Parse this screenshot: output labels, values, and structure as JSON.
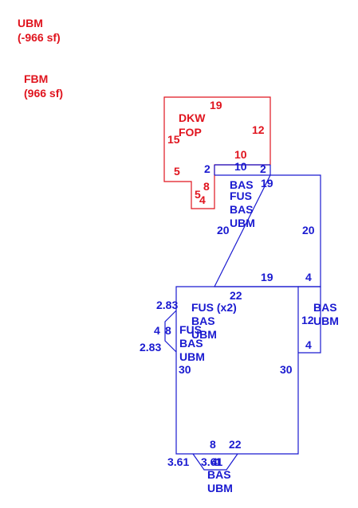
{
  "colors": {
    "red": "#e0141e",
    "blue": "#1a1ad0"
  },
  "legend": {
    "ubm_code": "UBM",
    "ubm_area": "(-966 sf)",
    "fbm_code": "FBM",
    "fbm_area": "(966 sf)"
  },
  "deck": {
    "codes": [
      "DKW",
      "FOP"
    ],
    "dims": {
      "top": "19",
      "right": "12",
      "left": "15",
      "step_top": "10",
      "lower_left": "5",
      "step_v": "8",
      "bottom_a": "5",
      "bottom_b": "4"
    }
  },
  "upper_block": {
    "codes": [
      "BAS",
      "FUS",
      "BAS",
      "UBM"
    ],
    "dims": {
      "notch_w": "2",
      "top": "10",
      "top_right": "2",
      "inner": "19",
      "left": "20",
      "right": "20",
      "bottom": "19",
      "bottom_right": "4"
    }
  },
  "side_block": {
    "codes": [
      "BAS",
      "UBM"
    ],
    "dims": {
      "height": "12",
      "bottom": "4"
    }
  },
  "main_block": {
    "codes": [
      "FUS (x2)",
      "BAS",
      "UBM"
    ],
    "dims": {
      "top": "22",
      "left": "30",
      "right": "30",
      "bottom_a": "8",
      "bottom_b": "22"
    }
  },
  "bay": {
    "codes": [
      "FUS",
      "BAS",
      "UBM"
    ],
    "dims": {
      "diag_top": "2.83",
      "side": "4",
      "depth": "8",
      "diag_bottom": "2.83"
    }
  },
  "bottom_bay": {
    "codes": [
      "BAS",
      "UBM"
    ],
    "dims": {
      "diag_left": "3.61",
      "depth": "3.61",
      "side_a": "4",
      "side_b": "1"
    }
  }
}
